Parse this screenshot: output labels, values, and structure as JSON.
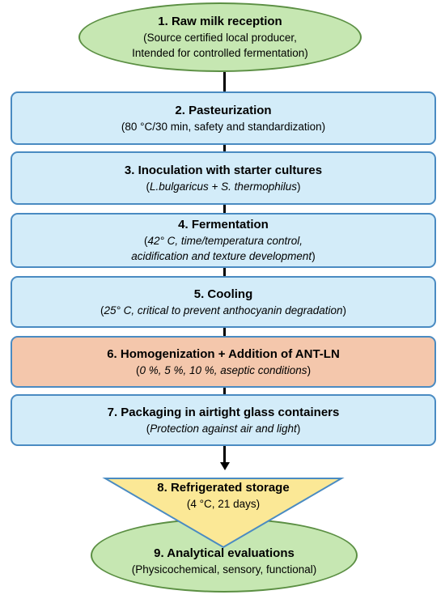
{
  "steps": {
    "s1": {
      "title": "1. Raw milk reception",
      "line1": "(Source certified local producer,",
      "line2": "Intended for controlled fermentation)"
    },
    "s2": {
      "title": "2. Pasteurization",
      "line1": "(80 °C/30 min, safety and standardization)"
    },
    "s3": {
      "title": "3. Inoculation with starter cultures",
      "open": "(",
      "italic": "L.bulgaricus + S. thermophilus",
      "close": ")"
    },
    "s4": {
      "title": "4. Fermentation",
      "open": "(",
      "italic1": "42° C, time/temperatura control,",
      "italic2": "acidification and texture development",
      "close": ")"
    },
    "s5": {
      "title": "5. Cooling",
      "open": "(",
      "italic": "25° C, critical to prevent anthocyanin degradation",
      "close": ")"
    },
    "s6": {
      "title": "6. Homogenization + Addition of ANT-LN",
      "open": "(",
      "italic": "0 %, 5 %, 10 %, aseptic conditions",
      "close": ")"
    },
    "s7": {
      "title": "7. Packaging in airtight glass containers",
      "open": "(",
      "italic": "Protection against air and light",
      "close": ")"
    },
    "s8": {
      "title": "8. Refrigerated storage",
      "line1": "(4 °C, 21 days)"
    },
    "s9": {
      "title": "9. Analytical evaluations",
      "line1": "(Physicochemical, sensory, functional)"
    }
  },
  "colors": {
    "ellipse_fill": "#c6e7b2",
    "ellipse_border": "#5b8f43",
    "box_fill": "#d3ecf9",
    "box_border": "#4a8bc2",
    "highlight_fill": "#f4c7ac",
    "triangle_fill": "#fbe896",
    "triangle_border": "#4a8bc2"
  }
}
